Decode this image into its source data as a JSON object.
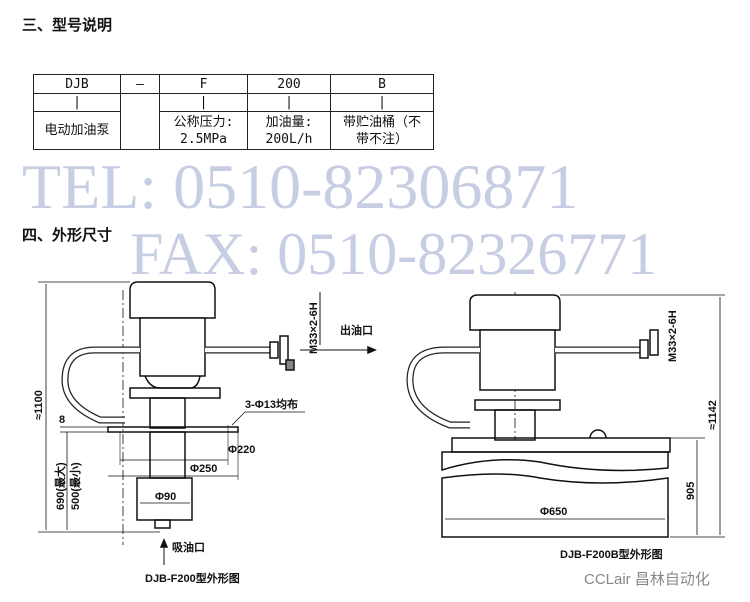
{
  "section3": {
    "heading": "三、型号说明"
  },
  "model_table": {
    "codes": [
      "DJB",
      "—",
      "F",
      "200",
      "B"
    ],
    "marks": [
      "|",
      "|",
      "|",
      "|"
    ],
    "meanings": [
      "电动加油泵",
      "公称压力:\n2.5MPa",
      "加油量:\n200L/h",
      "带贮油桶（不\n带不注）"
    ]
  },
  "section4": {
    "heading": "四、外形尺寸"
  },
  "watermark": {
    "tel": "TEL: 0510-82306871",
    "fax": "FAX: 0510-82326771"
  },
  "drawing_left": {
    "caption": "DJB-F200型外形图",
    "thread": "M33×2-6H",
    "outlet": "出油口",
    "inlet": "吸油口",
    "holes": "3-Φ13均布",
    "d220": "Φ220",
    "d250": "Φ250",
    "d90": "Φ90",
    "h_total": "≈1100",
    "h_max": "690(最大)",
    "h_min": "500(最小)",
    "gap": "8"
  },
  "drawing_right": {
    "caption": "DJB-F200B型外形图",
    "thread": "M33×2-6H",
    "d650": "Φ650",
    "h_tank": "905",
    "h_total": "≈1142"
  },
  "brand": "CCLair 昌林自动化"
}
